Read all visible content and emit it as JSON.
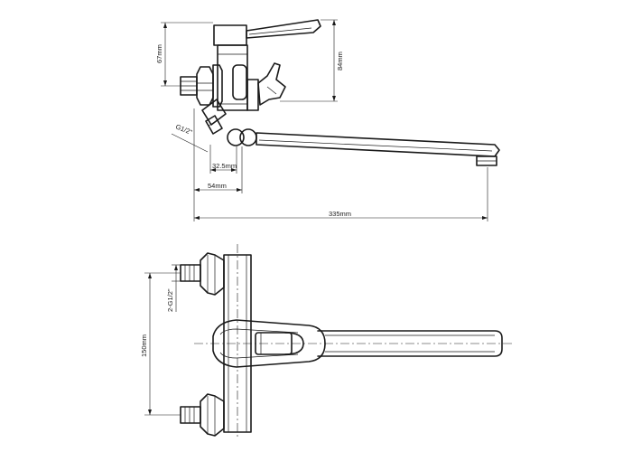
{
  "dimensions": {
    "height_lever": "67mm",
    "height_body": "84mm",
    "thread_side": "G1/2\"",
    "offset_small": "32.5mm",
    "offset_large": "54mm",
    "spout_length": "335mm",
    "thread_top": "2-G1/2\"",
    "center_distance": "150mm"
  }
}
